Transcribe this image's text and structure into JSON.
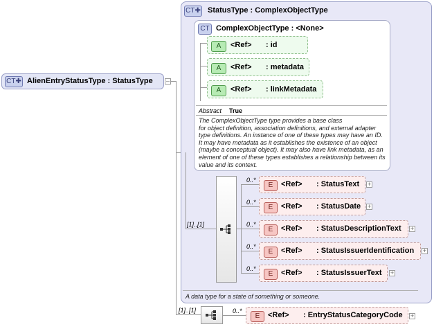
{
  "root": {
    "badge": "CT",
    "label": "AlienEntryStatusType : StatusType"
  },
  "status_type": {
    "badge": "CT",
    "label": "StatusType : ComplexObjectType",
    "documentation": "A data type for a state of something or someone."
  },
  "complex_object_type": {
    "badge": "CT",
    "label": "ComplexObjectType : <None>",
    "attributes": [
      {
        "badge": "A",
        "ref": "<Ref>",
        "name": ": id"
      },
      {
        "badge": "A",
        "ref": "<Ref>",
        "name": ": metadata"
      },
      {
        "badge": "A",
        "ref": "<Ref>",
        "name": ": linkMetadata"
      }
    ],
    "abstract_label": "Abstract",
    "abstract_value": "True",
    "documentation": "The ComplexObjectType type provides a base class for object definition, association definitions, and external adapter type definitions. An instance of one of these types may have an ID. It may have metadata as it establishes the existence of an object (maybe a conceptual object). It may also have link metadata, as an element of one of these types establishes a relationship between its value and its context.",
    "doc_lines": [
      "The ComplexObjectType type provides a base class",
      "for object definition, association definitions, and external adapter",
      "type definitions. An instance of one of these types may have an ID.",
      "It may have metadata as it establishes the existence of an object",
      "(maybe a conceptual object). It may also have link metadata, as an",
      "element of one of these types establishes a relationship between its",
      "value and its context."
    ]
  },
  "sequence_1": {
    "multiplicity": "[1]..[1]",
    "elements": [
      {
        "badge": "E",
        "ref": "<Ref>",
        "name": ": StatusText",
        "occurs": "0..*"
      },
      {
        "badge": "E",
        "ref": "<Ref>",
        "name": ": StatusDate",
        "occurs": "0..*"
      },
      {
        "badge": "E",
        "ref": "<Ref>",
        "name": ": StatusDescriptionText",
        "occurs": "0..*"
      },
      {
        "badge": "E",
        "ref": "<Ref>",
        "name": ": StatusIssuerIdentification",
        "occurs": "0..*"
      },
      {
        "badge": "E",
        "ref": "<Ref>",
        "name": ": StatusIssuerText",
        "occurs": "0..*"
      }
    ]
  },
  "sequence_2": {
    "multiplicity": "[1]..[1]",
    "elements": [
      {
        "badge": "E",
        "ref": "<Ref>",
        "name": ": EntryStatusCategoryCode",
        "occurs": "0..*"
      }
    ]
  },
  "icons": {
    "expand": "plus-icon",
    "collapse": "minus-icon",
    "sequence": "sequence-icon"
  },
  "colors": {
    "ct": "#c9d1ee",
    "attribute": "#b7ebb4",
    "element": "#f7c6c3",
    "panel": "#e8e8f7",
    "attribute_box": "#eefbee",
    "element_box": "#fdeeee"
  }
}
